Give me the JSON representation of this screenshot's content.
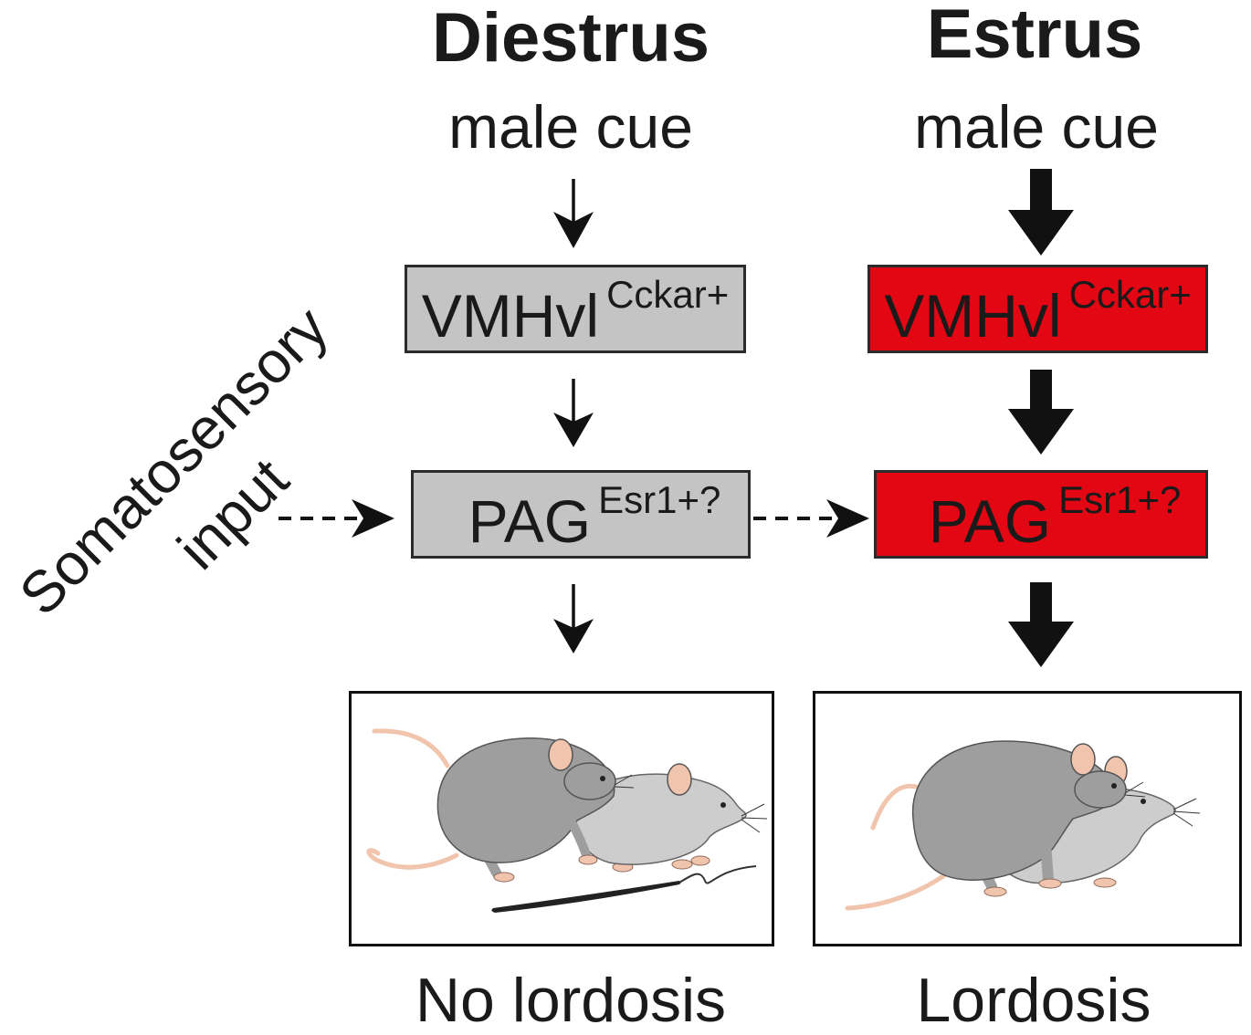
{
  "diestrus": {
    "title": "Diestrus",
    "cue": "male cue",
    "region_upper": {
      "name": "VMHvl",
      "marker": "Cckar+"
    },
    "region_lower": {
      "name": "PAG",
      "marker": "Esr1+?"
    },
    "outcome": "No lordosis",
    "arrow_icon": "arrow-down-thin-icon",
    "illustration_icon": "mice-mounting-icon"
  },
  "estrus": {
    "title": "Estrus",
    "cue": "male cue",
    "region_upper": {
      "name": "VMHvl",
      "marker": "Cckar+"
    },
    "region_lower": {
      "name": "PAG",
      "marker": "Esr1+?"
    },
    "outcome": "Lordosis",
    "arrow_icon": "arrow-down-thick-icon",
    "illustration_icon": "mice-lordosis-icon"
  },
  "side_input": {
    "line1": "Somatosensory",
    "line2": "input",
    "arrow_icon": "arrow-right-dashed-icon"
  },
  "colors": {
    "diestrus_box": "#c4c4c4",
    "estrus_box": "#e30613",
    "text": "#1a1a1a",
    "mouse_dark": "#9e9e9e",
    "mouse_light": "#cdcdcd",
    "mouse_pink": "#f0c4ad"
  }
}
